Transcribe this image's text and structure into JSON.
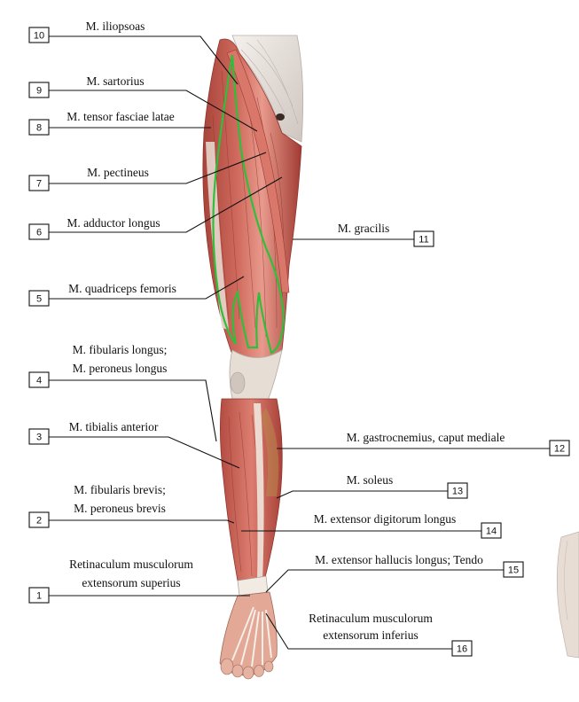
{
  "colors": {
    "muscle": "#c8544a",
    "muscle_dark": "#9b3a33",
    "muscle_light": "#e08d82",
    "tendon": "#ece4dc",
    "skin": "#f2c9b4",
    "outline": "#2fbf3a",
    "line": "#111111"
  },
  "labels": [
    {
      "id": "10",
      "side": "left",
      "lines": [
        "M. iliopsoas"
      ]
    },
    {
      "id": "9",
      "side": "left",
      "lines": [
        "M. sartorius"
      ]
    },
    {
      "id": "8",
      "side": "left",
      "lines": [
        "M. tensor fasciae latae"
      ]
    },
    {
      "id": "7",
      "side": "left",
      "lines": [
        "M. pectineus"
      ]
    },
    {
      "id": "6",
      "side": "left",
      "lines": [
        "M. adductor longus"
      ]
    },
    {
      "id": "5",
      "side": "left",
      "lines": [
        "M. quadriceps femoris"
      ]
    },
    {
      "id": "4",
      "side": "left",
      "lines": [
        "M. fibularis longus;",
        "M. peroneus longus"
      ]
    },
    {
      "id": "3",
      "side": "left",
      "lines": [
        "M. tibialis anterior"
      ]
    },
    {
      "id": "2",
      "side": "left",
      "lines": [
        "M. fibularis brevis;",
        "M. peroneus brevis"
      ]
    },
    {
      "id": "1",
      "side": "left",
      "lines": [
        "Retinaculum musculorum",
        "extensorum superius"
      ]
    },
    {
      "id": "11",
      "side": "right",
      "lines": [
        "M. gracilis"
      ]
    },
    {
      "id": "12",
      "side": "right",
      "lines": [
        "M. gastrocnemius, caput mediale"
      ]
    },
    {
      "id": "13",
      "side": "right",
      "lines": [
        "M. soleus"
      ]
    },
    {
      "id": "14",
      "side": "right",
      "lines": [
        "M. extensor digitorum longus"
      ]
    },
    {
      "id": "15",
      "side": "right",
      "lines": [
        "M. extensor hallucis longus; Tendo"
      ]
    },
    {
      "id": "16",
      "side": "right",
      "lines": [
        "Retinaculum musculorum",
        "extensorum inferius"
      ]
    }
  ]
}
